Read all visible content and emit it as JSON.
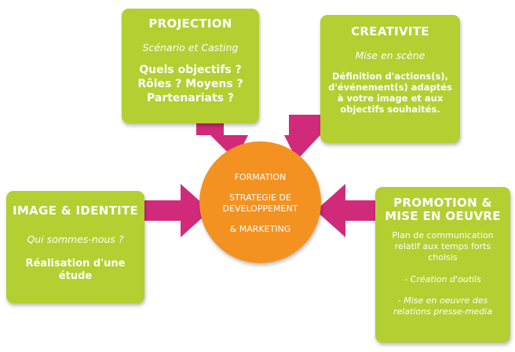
{
  "colors": {
    "box": "#b3cf32",
    "center": "#f39221",
    "arrow": "#d12a7b",
    "text": "#ffffff"
  },
  "center": {
    "line1": "FORMATION",
    "line2": "STRATEGIE DE DEVELOPPEMENT",
    "line3": "& MARKETING"
  },
  "projection": {
    "title": "PROJECTION",
    "subtitle": "Scénario et Casting",
    "lines": [
      "Quels objectifs ?",
      "Rôles ? Moyens ?",
      "Partenariats ?"
    ]
  },
  "creativite": {
    "title": "CREATIVITE",
    "subtitle": "Mise en scène",
    "lines": [
      "Définition d'actions(s),",
      "d'événement(s) adaptés",
      "à votre image et aux",
      "objectifs souhaités."
    ]
  },
  "image": {
    "title": "IMAGE & IDENTITE",
    "subtitle": "Qui sommes-nous ?",
    "lines": [
      "Réalisation d'une",
      "étude"
    ]
  },
  "promotion": {
    "title_lines": [
      "PROMOTION &",
      "MISE EN OEUVRE"
    ],
    "body_lines": [
      "Plan de communication",
      "relatif aux temps forts",
      "choisis"
    ],
    "item1": "- Création d'outils",
    "item2_lines": [
      "- Mise en oeuvre des",
      "relations presse-media"
    ]
  }
}
